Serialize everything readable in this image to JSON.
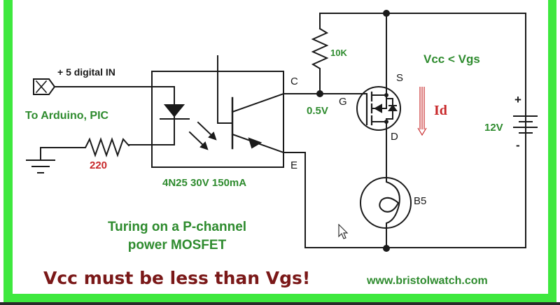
{
  "diagram": {
    "title_line1": "Turing on a P-channel",
    "title_line2": "power MOSFET",
    "warning": "Vcc must be less than Vgs!",
    "website": "www.bristolwatch.com",
    "condition": "Vcc < Vgs",
    "colors": {
      "border": "#3ee83e",
      "label_green": "#2e8b2e",
      "label_red": "#c8282a",
      "warning_maroon": "#7a1818",
      "wire": "#1a1a1a"
    },
    "input": {
      "label": "+ 5 digital IN",
      "source": "To Arduino, PIC"
    },
    "input_resistor": {
      "value": "220"
    },
    "optocoupler": {
      "part": "4N25 30V 150mA",
      "collector_pin": "C",
      "emitter_pin": "E"
    },
    "pullup_resistor": {
      "value": "10K"
    },
    "gate": {
      "pin": "G",
      "voltage": "0.5V"
    },
    "mosfet": {
      "source_pin": "S",
      "drain_pin": "D",
      "current_label": "Id"
    },
    "battery": {
      "voltage": "12V",
      "plus": "+",
      "minus": "-"
    },
    "lamp": {
      "label": "B5"
    }
  }
}
